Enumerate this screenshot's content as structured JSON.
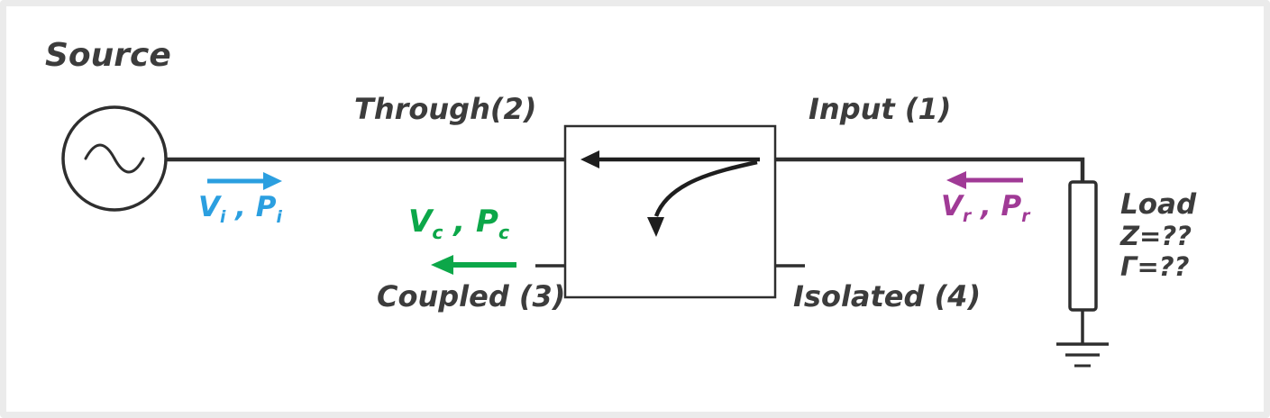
{
  "colors": {
    "incident": "#2b9fe0",
    "coupled": "#0ca749",
    "reflected": "#a03a96",
    "line": "#2e2e2e",
    "text": "#3c3c3c"
  },
  "diagram": {
    "source_label": "Source",
    "ports": {
      "through": "Through(2)",
      "input": "Input (1)",
      "coupled": "Coupled (3)",
      "isolated": "Isolated (4)"
    },
    "load": {
      "title": "Load",
      "impedance": "Z=??",
      "reflection": "Γ=??"
    },
    "signals": {
      "incident": {
        "v": "V",
        "v_sub": "i",
        "sep": " , ",
        "p": "P",
        "p_sub": "i",
        "direction": "right"
      },
      "coupled": {
        "v": "V",
        "v_sub": "c",
        "sep": " , ",
        "p": "P",
        "p_sub": "c",
        "direction": "left"
      },
      "reflected": {
        "v": "V",
        "v_sub": "r",
        "sep": " , ",
        "p": "P",
        "p_sub": "r",
        "direction": "left"
      }
    }
  }
}
